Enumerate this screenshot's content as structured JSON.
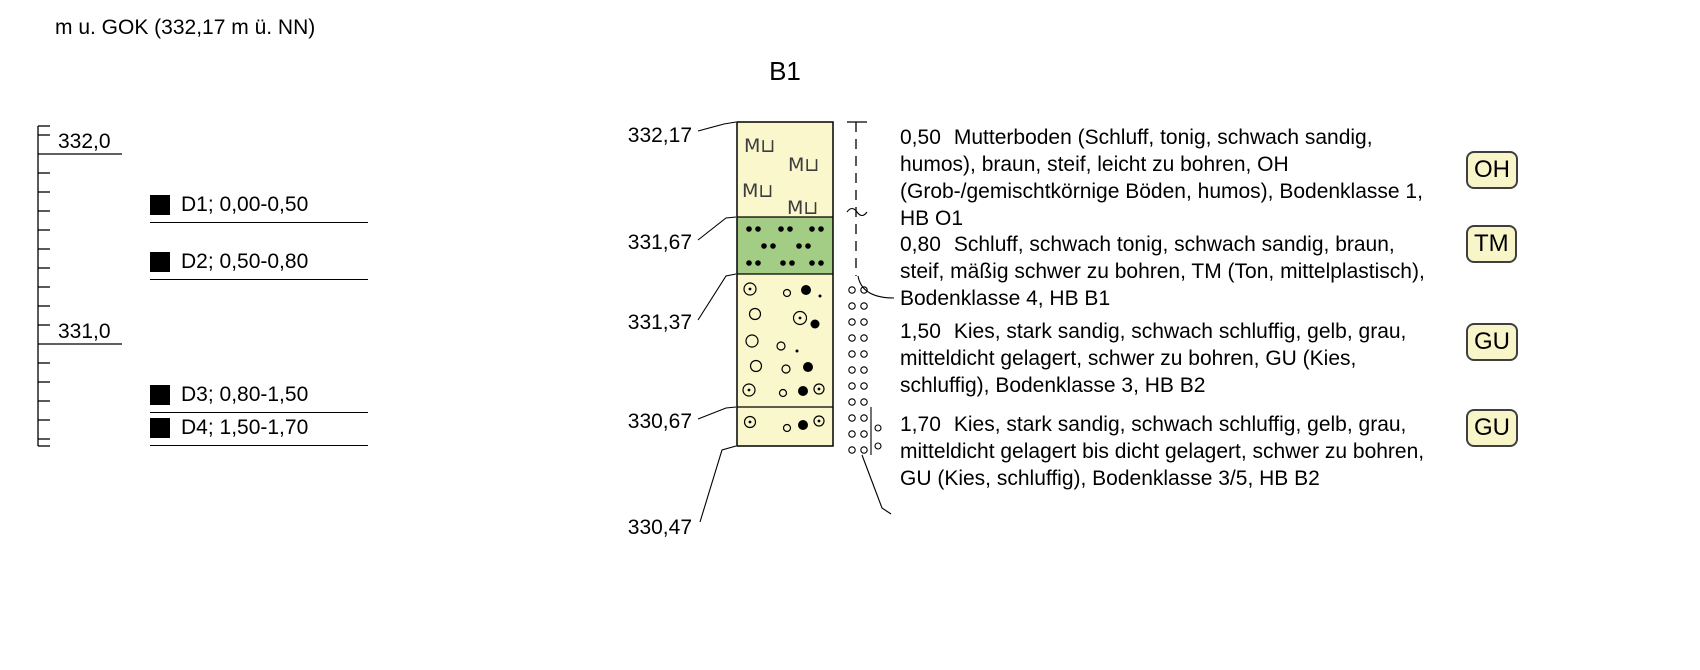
{
  "header": {
    "datum_label": "m u. GOK (332,17 m ü. NN)",
    "borehole_title": "B1"
  },
  "ruler": {
    "major_ticks": [
      "332,0",
      "331,0"
    ]
  },
  "samples": [
    {
      "label": "D1; 0,00-0,50"
    },
    {
      "label": "D2; 0,50-0,80"
    },
    {
      "label": "D3; 0,80-1,50"
    },
    {
      "label": "D4; 1,50-1,70"
    }
  ],
  "column": {
    "elevations": [
      "332,17",
      "331,67",
      "331,37",
      "330,67",
      "330,47"
    ],
    "topsoil_symbol": "M⊔",
    "colors": {
      "soil_yellow": "#faf7cd",
      "silt_green": "#a3cc85",
      "line_black": "#000000"
    }
  },
  "layers": [
    {
      "depth": "0,50",
      "description": "Mutterboden (Schluff, tonig, schwach sandig, humos), braun, steif, leicht zu bohren, OH (Grob-/gemischtkörnige Böden, humos), Bodenklasse 1, HB O1",
      "badge": "OH"
    },
    {
      "depth": "0,80",
      "description": "Schluff, schwach tonig, schwach sandig, braun, steif, mäßig schwer zu bohren, TM (Ton, mittelplastisch), Bodenklasse 4, HB B1",
      "badge": "TM"
    },
    {
      "depth": "1,50",
      "description": "Kies, stark sandig, schwach schluffig, gelb, grau, mitteldicht gelagert, schwer zu bohren, GU (Kies, schluffig), Bodenklasse 3, HB B2",
      "badge": "GU"
    },
    {
      "depth": "1,70",
      "description": "Kies, stark sandig, schwach schluffig, gelb, grau, mitteldicht gelagert bis dicht gelagert, schwer zu bohren, GU (Kies, schluffig), Bodenklasse 3/5, HB B2",
      "badge": "GU"
    }
  ]
}
